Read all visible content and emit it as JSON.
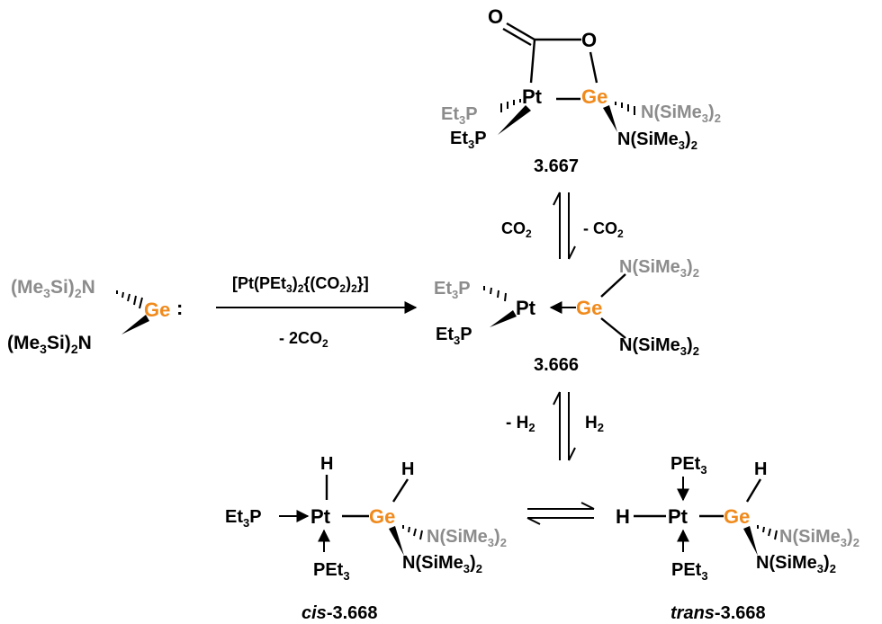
{
  "colors": {
    "germanium": "#F08A1C",
    "back_group": "#8C8C8C",
    "front_group": "#000000"
  },
  "atoms": {
    "ge": "Ge",
    "pt": "Pt",
    "o": "O",
    "h": "H",
    "ge_lone_pair": ":"
  },
  "groups": {
    "pet3": "PEt",
    "et": "Et",
    "p": "P",
    "n_open": "N(SiMe",
    "close_paren": ")",
    "me3si_open": "(Me",
    "si_close": "Si)",
    "n": "N",
    "sub3": "3",
    "sub2": "2"
  },
  "compounds": {
    "c667": "3.667",
    "c666": "3.666",
    "cis_prefix": "cis",
    "trans_prefix": "trans",
    "c668_suffix": "-3.668"
  },
  "reagents": {
    "forward_reagent": "[Pt(PEt3)2{(CO2)2}]",
    "forward_byproduct": "- 2CO",
    "co2_add": "CO",
    "co2_remove": "- CO",
    "h2_remove": "- H",
    "h2_add": "H"
  }
}
